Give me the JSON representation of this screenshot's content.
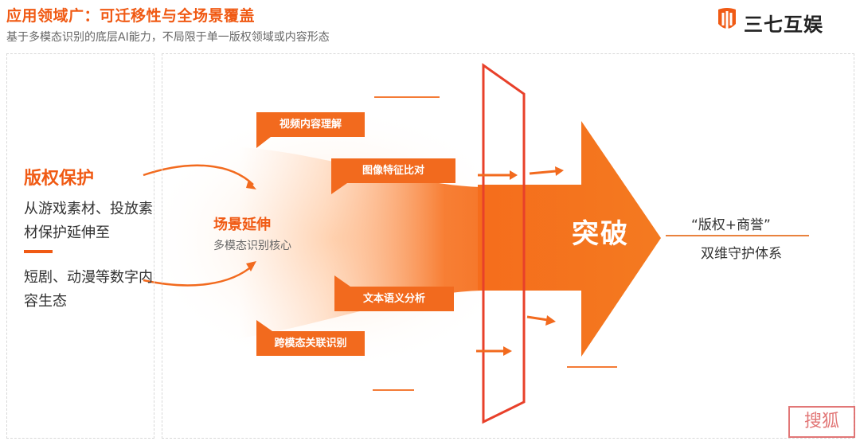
{
  "header": {
    "title": "应用领域广：可迁移性与全场景覆盖",
    "subtitle": "基于多模态识别的底层AI能力，不局限于单一版权领域或内容形态"
  },
  "logo": {
    "text": "三七互娱",
    "icon": "brand-mark-icon"
  },
  "left": {
    "title": "版权保护",
    "text1": "从游戏素材、投放素材保护延伸至",
    "text2": "短剧、动漫等数字内容生态"
  },
  "center": {
    "title": "场景延伸",
    "subtitle": "多模态识别核心"
  },
  "tags": [
    "视频内容理解",
    "图像特征比对",
    "文本语义分析",
    "跨模态关联识别"
  ],
  "arrow": {
    "label": "突破"
  },
  "right": {
    "title": "“版权+商誉”",
    "subtitle": "双维守护体系"
  },
  "stamp": {
    "text": "搜狐"
  },
  "colors": {
    "accent": "#f05a14",
    "tag": "#f26a1e",
    "frame": "#e8402a"
  }
}
